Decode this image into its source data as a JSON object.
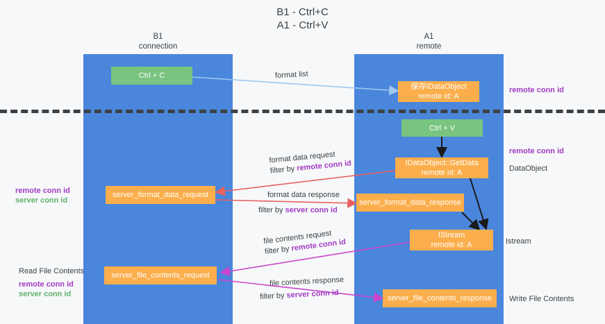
{
  "title": {
    "line1": "B1 - Ctrl+C",
    "line2": "A1 - Ctrl+V"
  },
  "columns": {
    "left": {
      "name": "B1",
      "role": "connection"
    },
    "right": {
      "name": "A1",
      "role": "remote"
    }
  },
  "nodes": {
    "ctrl_c": {
      "label": "Ctrl + C"
    },
    "ctrl_v": {
      "label": "Ctrl + V"
    },
    "save_dataobject": {
      "line1": "保存IDataObject",
      "line2": "remote id: A"
    },
    "getdata": {
      "line1": "IDataObject::GetData",
      "line2": "remote id: A"
    },
    "istream": {
      "line1": "IStream",
      "line2": "remote id: A"
    },
    "server_format_data_request": {
      "label": "server_format_data_request"
    },
    "server_format_data_response": {
      "label": "server_format_data_response"
    },
    "server_file_contents_request": {
      "label": "server_file_contents_request"
    },
    "server_file_contents_response": {
      "label": "server_file_contents_response"
    }
  },
  "edge_labels": {
    "format_list": "format list",
    "format_data_request": "format data request",
    "format_data_request_filter_prefix": "filter by ",
    "format_data_request_filter_key": "remote conn id",
    "format_data_response": "format data response",
    "format_data_response_filter_prefix": "filter by ",
    "format_data_response_filter_key": "server conn id",
    "file_contents_request": "file contents request",
    "file_contents_request_filter_prefix": "filter by ",
    "file_contents_request_filter_key": "remote conn id",
    "file_contents_response": "file contents response",
    "file_contents_response_filter_prefix": "filter by ",
    "file_contents_response_filter_key": "server conn id"
  },
  "annotations": {
    "right_top_remote_conn_id": "remote conn id",
    "right_mid_remote_conn_id": "remote conn id",
    "right_dataobject": "DataObject",
    "right_istream": "Istream",
    "right_write_file_contents": "Write File Contents",
    "left_remote_conn_id_1": "remote conn id",
    "left_server_conn_id_1": "server conn id",
    "left_read_file_contents": "Read File Contents",
    "left_remote_conn_id_2": "remote conn id",
    "left_server_conn_id_2": "server conn id"
  },
  "colors": {
    "lane": "#4a86dc",
    "green_box": "#78c480",
    "orange_box": "#fbae4b",
    "purple_text": "#a23bc4",
    "green_text": "#5fb36a",
    "arrow_light_blue": "#9dc8ef",
    "arrow_red": "#e8615f",
    "arrow_magenta": "#cc44cc",
    "arrow_black": "#1a1a1a",
    "background": "#f7f8f9",
    "dashed_line": "#3c4043"
  }
}
